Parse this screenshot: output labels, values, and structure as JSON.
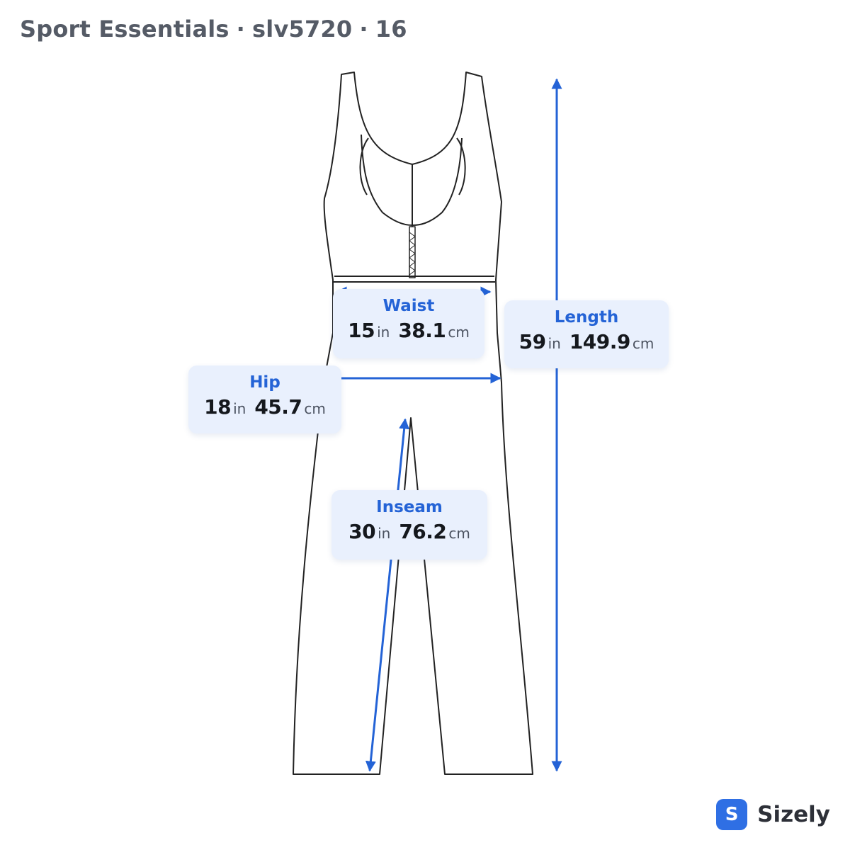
{
  "header": {
    "brand": "Sport Essentials",
    "sku": "slv5720",
    "size": "16",
    "separator": "·"
  },
  "measurements": {
    "waist": {
      "label": "Waist",
      "in": "15",
      "in_unit": "in",
      "cm": "38.1",
      "cm_unit": "cm"
    },
    "length": {
      "label": "Length",
      "in": "59",
      "in_unit": "in",
      "cm": "149.9",
      "cm_unit": "cm"
    },
    "hip": {
      "label": "Hip",
      "in": "18",
      "in_unit": "in",
      "cm": "45.7",
      "cm_unit": "cm"
    },
    "inseam": {
      "label": "Inseam",
      "in": "30",
      "in_unit": "in",
      "cm": "76.2",
      "cm_unit": "cm"
    }
  },
  "colors": {
    "accent": "#2463d6",
    "card_bg": "#e9f0fd",
    "outline": "#222222"
  },
  "footer": {
    "logo_letter": "S",
    "brand_name": "Sizely"
  }
}
